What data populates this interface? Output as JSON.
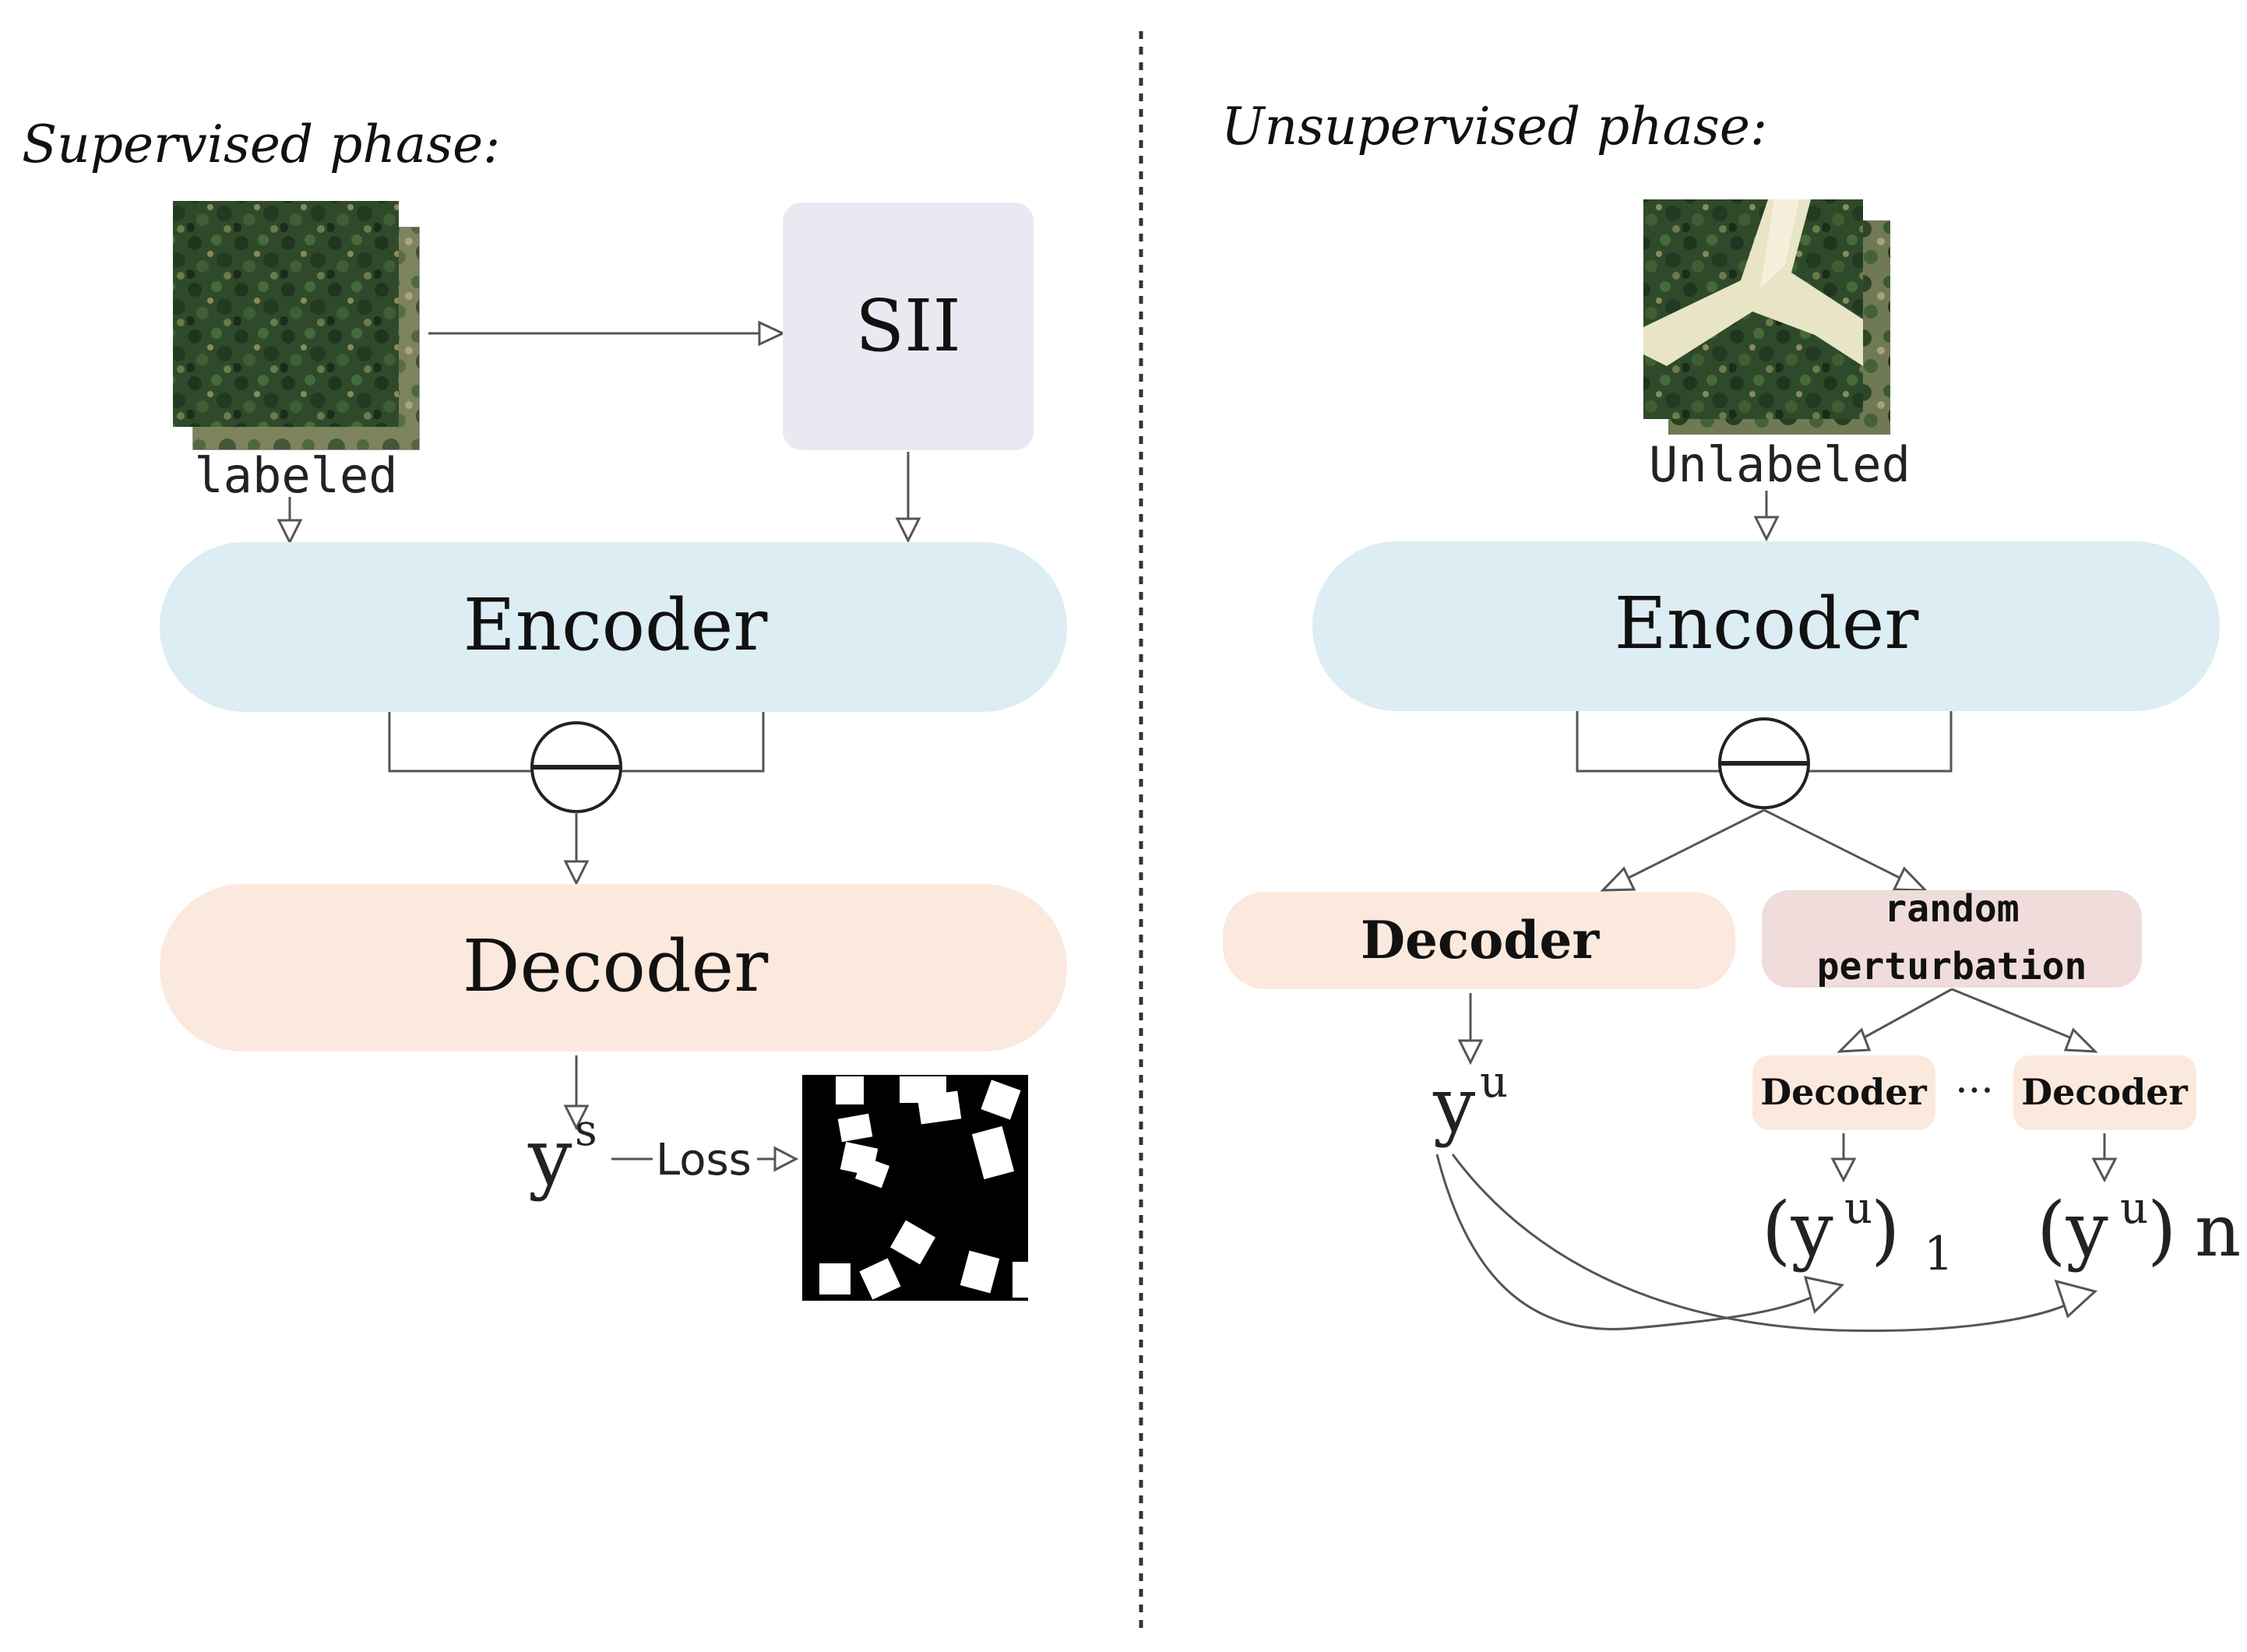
{
  "supervised": {
    "phase_label": "Supervised phase:",
    "input_label": "labeled",
    "sii_label": "SII",
    "encoder_label": "Encoder",
    "decoder_label": "Decoder",
    "output_label": "y",
    "output_sup": "s",
    "loss_label": "Loss"
  },
  "unsupervised": {
    "phase_label": "Unsupervised phase:",
    "input_label": "Unlabeled",
    "encoder_label": "Encoder",
    "decoder_label": "Decoder",
    "perturbation_label_line1": "random",
    "perturbation_label_line2": "perturbation",
    "aux_decoder_1_label": "Decoder",
    "aux_decoder_n_label": "Decoder",
    "ellipsis": "···",
    "output_label": "y",
    "output_sup": "u",
    "aux_output_1": {
      "open": "(y",
      "sup": "u",
      "close": ")",
      "sub": "1"
    },
    "aux_output_n": {
      "open": "(y",
      "sup": "u",
      "close": ")",
      "sub": "n"
    }
  },
  "colors": {
    "encoder_fill": "#dcedf3",
    "decoder_fill": "#fbe9de",
    "sii_fill": "#ece8f1",
    "perturbation_fill": "#f1dcdc",
    "divider": "#333333"
  }
}
